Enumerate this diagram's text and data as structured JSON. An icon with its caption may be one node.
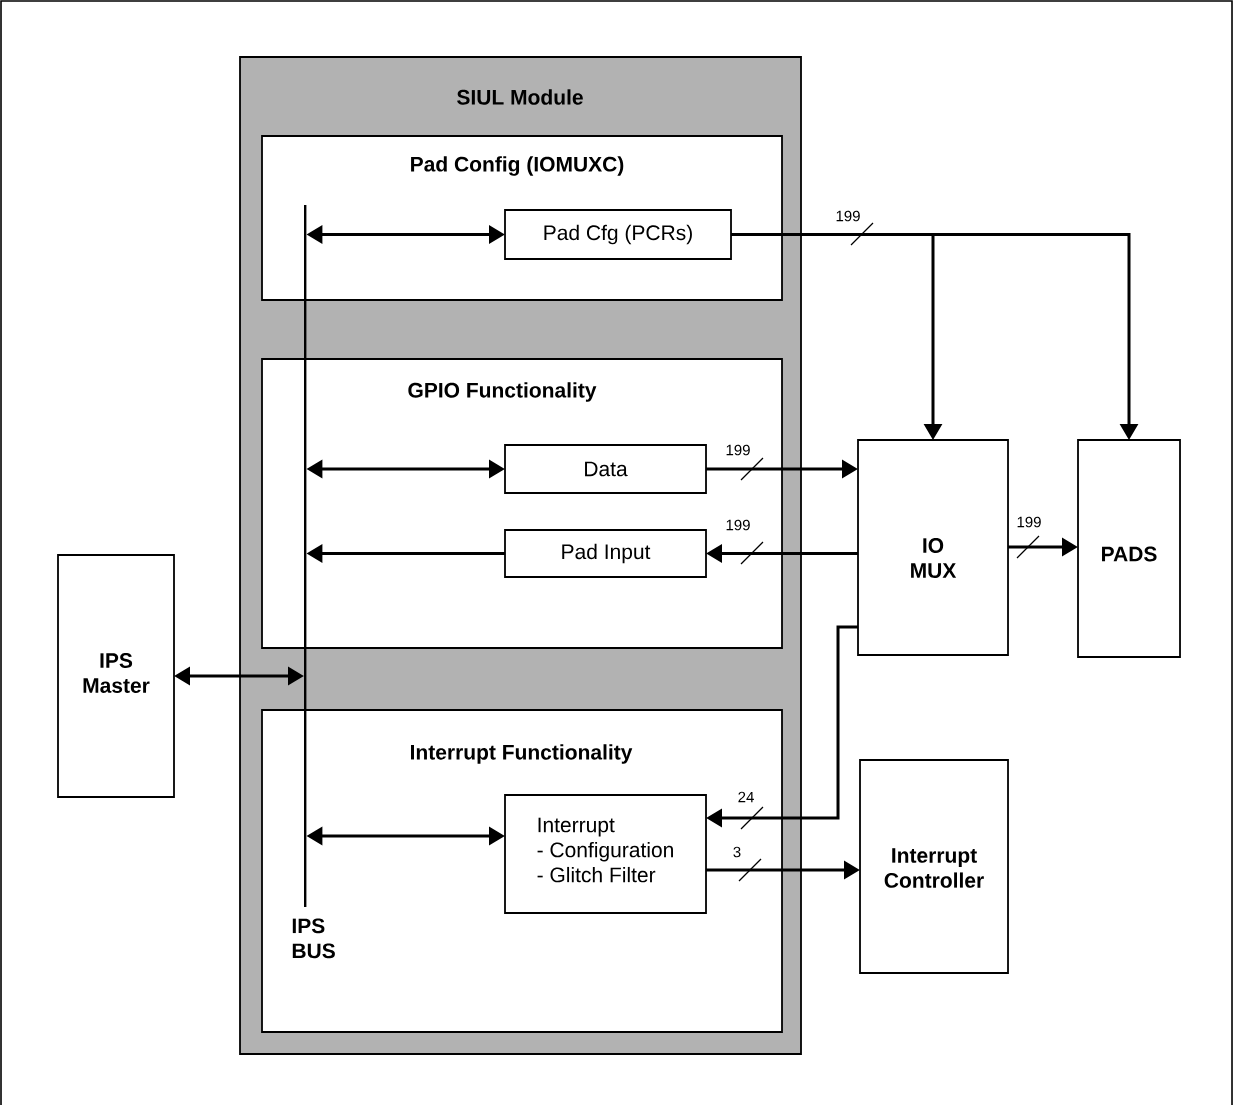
{
  "diagram": {
    "nodes": [
      {
        "text": [
          "SIUL Module"
        ]
      },
      {
        "text": [
          "Pad Config (IOMUXC)"
        ],
        "in": 0
      },
      {
        "text": [
          "Pad Cfg (PCRs)"
        ],
        "in": 1
      },
      {
        "text": [
          "GPIO Functionality"
        ],
        "in": 0
      },
      {
        "text": [
          "Data"
        ],
        "in": 3
      },
      {
        "text": [
          "Pad Input"
        ],
        "in": 3
      },
      {
        "text": [
          "Interrupt Functionality"
        ],
        "in": 0
      },
      {
        "text": [
          "Interrupt",
          "- Configuration",
          "- Glitch Filter"
        ],
        "in": 6
      },
      {
        "text": [
          "IPS BUS"
        ],
        "in": 0
      },
      {
        "text": [
          "IPS Master"
        ]
      },
      {
        "text": [
          "IO MUX"
        ]
      },
      {
        "text": [
          "PADS"
        ]
      },
      {
        "text": [
          "Interrupt Controller"
        ]
      }
    ],
    "edges": [
      {
        "from": 8,
        "to": 2,
        "arrow": "both"
      },
      {
        "from": 2,
        "to": 10,
        "arrow": "to",
        "label": "199"
      },
      {
        "from": 2,
        "to": 11,
        "arrow": "to"
      },
      {
        "from": 8,
        "to": 4,
        "arrow": "both"
      },
      {
        "from": 4,
        "to": 10,
        "arrow": "to",
        "label": "199"
      },
      {
        "from": 10,
        "to": 5,
        "arrow": "to",
        "label": "199"
      },
      {
        "from": 5,
        "to": 8,
        "arrow": "to"
      },
      {
        "from": 10,
        "to": 11,
        "arrow": "to",
        "label": "199"
      },
      {
        "from": 9,
        "to": 8,
        "arrow": "both"
      },
      {
        "from": 8,
        "to": 7,
        "arrow": "both"
      },
      {
        "from": 10,
        "to": 7,
        "arrow": "to",
        "label": "24"
      },
      {
        "from": 7,
        "to": 12,
        "arrow": "to",
        "label": "3"
      }
    ]
  }
}
